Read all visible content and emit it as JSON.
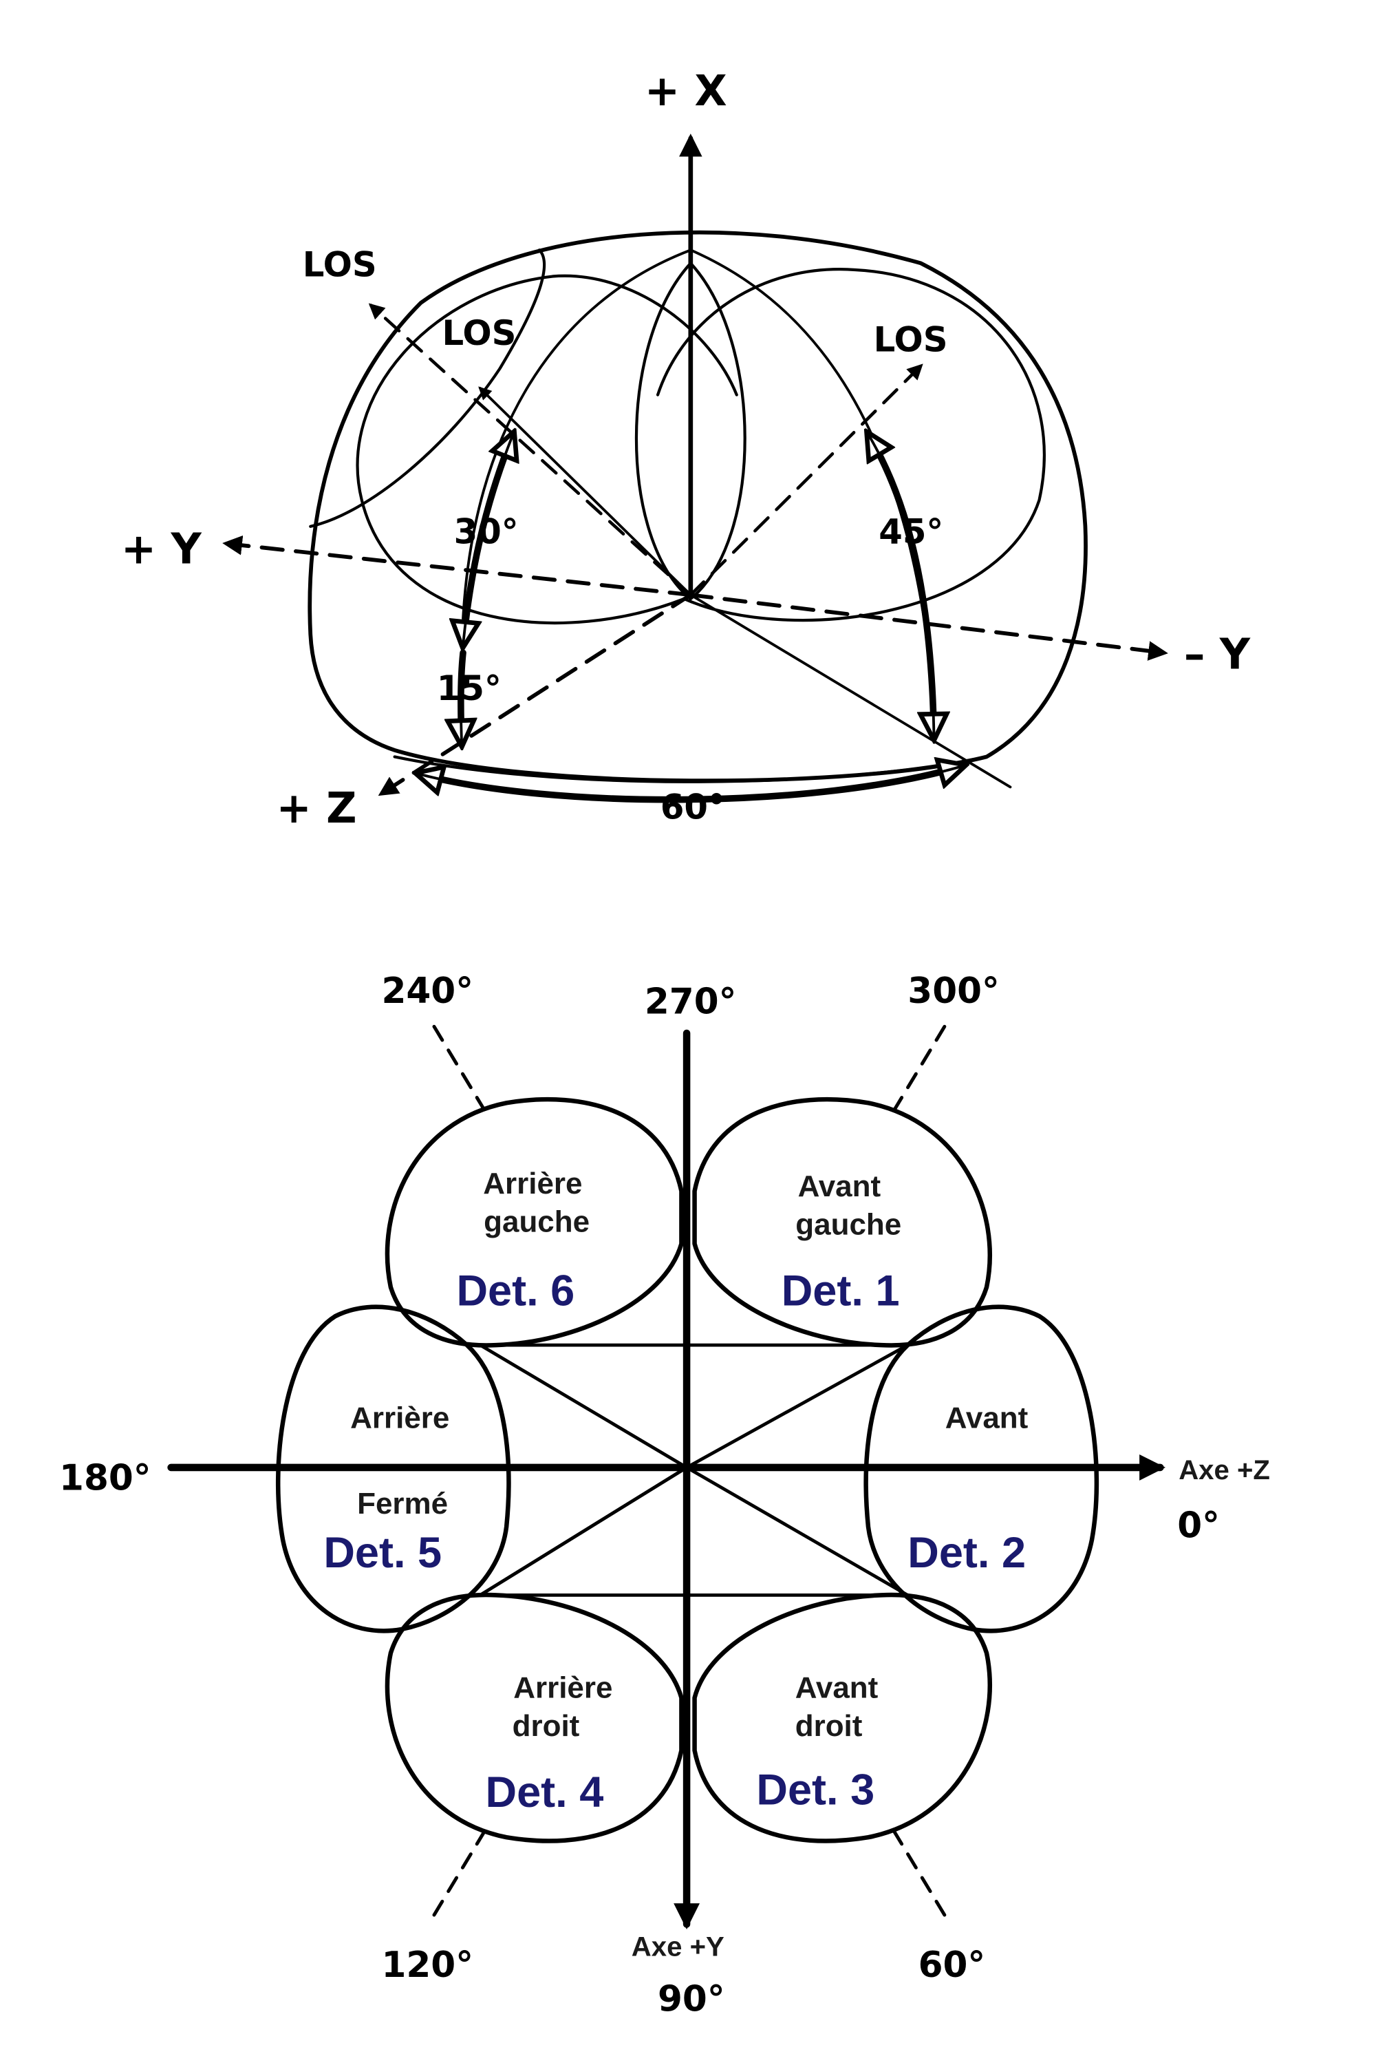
{
  "colors": {
    "ink": "#000000",
    "detector_label": "#1a1a6e",
    "background": "#ffffff"
  },
  "top_figure": {
    "axis_plus_x": "+ X",
    "axis_plus_y": "+ Y",
    "axis_minus_y": "– Y",
    "axis_plus_z": "+ Z",
    "los_label_outer": "LOS",
    "los_label_inner": "LOS",
    "los_label_right": "LOS",
    "angle_30": "30°",
    "angle_45": "45°",
    "angle_15": "15°",
    "angle_60": "60°"
  },
  "bottom_figure": {
    "deg_270": "270°",
    "deg_240": "240°",
    "deg_300": "300°",
    "deg_180": "180°",
    "deg_0": "0°",
    "deg_120": "120°",
    "deg_90": "90°",
    "deg_60": "60°",
    "axis_z": "Axe +Z",
    "axis_y": "Axe +Y",
    "detectors": {
      "det1": {
        "position_line1": "Avant",
        "position_line2": "gauche",
        "label": "Det. 1"
      },
      "det2": {
        "position_line1": "Avant",
        "label": "Det. 2"
      },
      "det3": {
        "position_line1": "Avant",
        "position_line2": "droit",
        "label": "Det. 3"
      },
      "det4": {
        "position_line1": "Arrière",
        "position_line2": "droit",
        "label": "Det. 4"
      },
      "det5": {
        "position_line1": "Arrière",
        "status": "Fermé",
        "label": "Det. 5"
      },
      "det6": {
        "position_line1": "Arrière",
        "position_line2": "gauche",
        "label": "Det. 6"
      }
    }
  }
}
